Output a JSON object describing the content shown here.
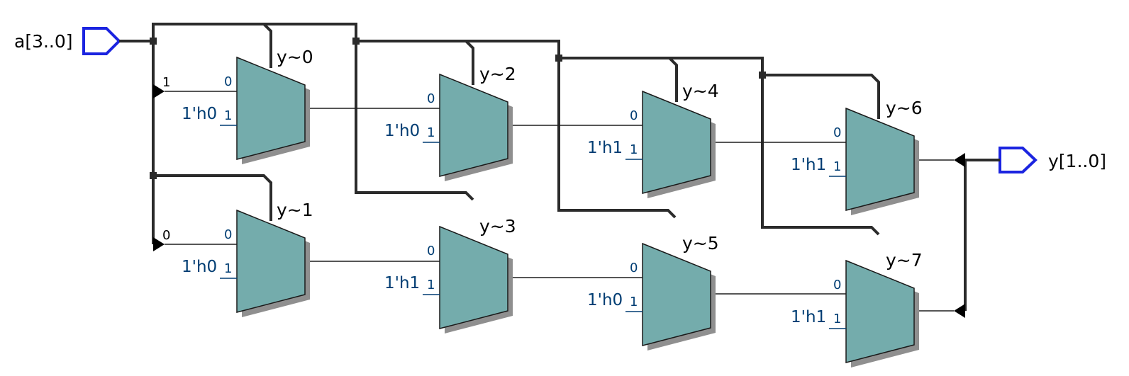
{
  "ports": {
    "input": {
      "name": "a[3..0]",
      "icon": "input-port-icon"
    },
    "output": {
      "name": "y[1..0]",
      "icon": "output-port-icon"
    }
  },
  "bus_taps": {
    "upper": "1",
    "lower": "0"
  },
  "mux_pins": {
    "in0": "0",
    "in1": "1"
  },
  "muxes": [
    {
      "name": "y~0",
      "const": "1'h0"
    },
    {
      "name": "y~1",
      "const": "1'h0"
    },
    {
      "name": "y~2",
      "const": "1'h0"
    },
    {
      "name": "y~3",
      "const": "1'h1"
    },
    {
      "name": "y~4",
      "const": "1'h1"
    },
    {
      "name": "y~5",
      "const": "1'h0"
    },
    {
      "name": "y~6",
      "const": "1'h1"
    },
    {
      "name": "y~7",
      "const": "1'h1"
    }
  ],
  "colors": {
    "mux_fill": "#74acac",
    "port_outline": "#1b24e0",
    "pin_text": "#003d73",
    "bus_wire": "#2b2b2b"
  }
}
